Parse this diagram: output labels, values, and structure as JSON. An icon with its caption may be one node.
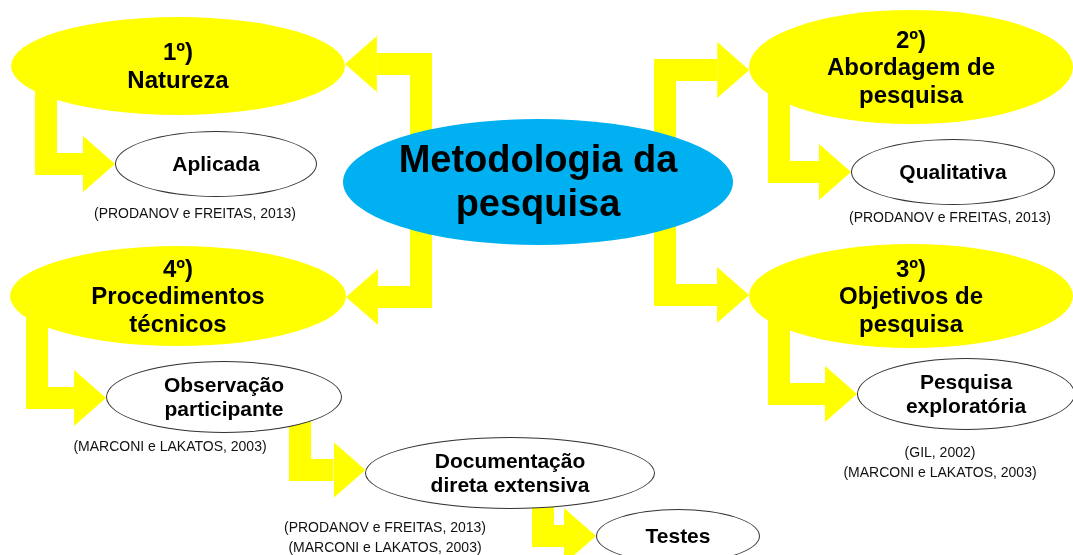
{
  "diagram": {
    "nodes": [
      {
        "text": [
          "Metodologia da pesquisa"
        ]
      },
      {
        "text": [
          "1º)",
          "Natureza"
        ]
      },
      {
        "text": [
          "Aplicada"
        ],
        "beside": [
          "(PRODANOV e FREITAS, 2013)"
        ]
      },
      {
        "text": [
          "2º)",
          "Abordagem de pesquisa"
        ]
      },
      {
        "text": [
          "Qualitativa"
        ],
        "beside": [
          "(PRODANOV e FREITAS, 2013)"
        ]
      },
      {
        "text": [
          "3º)",
          "Objetivos de pesquisa"
        ]
      },
      {
        "text": [
          "Pesquisa exploratória"
        ],
        "beside": [
          "(GIL, 2002)",
          "(MARCONI e LAKATOS, 2003)"
        ]
      },
      {
        "text": [
          "4º)",
          "Procedimentos técnicos"
        ]
      },
      {
        "text": [
          "Observação participante"
        ],
        "beside": [
          "(MARCONI e LAKATOS, 2003)"
        ]
      },
      {
        "text": [
          "Documentação direta extensiva"
        ],
        "beside": [
          "(PRODANOV e FREITAS, 2013)",
          "(MARCONI e LAKATOS, 2003)"
        ]
      },
      {
        "text": [
          "Testes"
        ]
      }
    ],
    "edges": [
      {
        "from": 0,
        "to": 1,
        "arrow": "to"
      },
      {
        "from": 0,
        "to": 7,
        "arrow": "to"
      },
      {
        "from": 0,
        "to": 3,
        "arrow": "to"
      },
      {
        "from": 0,
        "to": 5,
        "arrow": "to"
      },
      {
        "from": 1,
        "to": 2,
        "arrow": "to"
      },
      {
        "from": 3,
        "to": 4,
        "arrow": "to"
      },
      {
        "from": 5,
        "to": 6,
        "arrow": "to"
      },
      {
        "from": 7,
        "to": 8,
        "arrow": "to"
      },
      {
        "from": 8,
        "to": 9,
        "arrow": "to"
      },
      {
        "from": 9,
        "to": 10,
        "arrow": "to"
      }
    ]
  }
}
